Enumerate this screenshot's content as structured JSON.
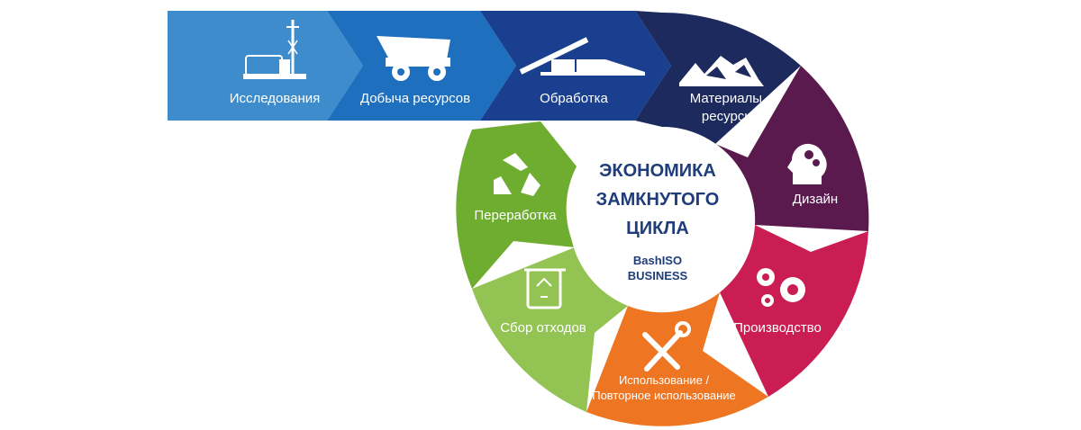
{
  "center": {
    "title_lines": [
      "ЭКОНОМИКА",
      "ЗАМКНУТОГО",
      "ЦИКЛА"
    ],
    "brand_lines": [
      "BashISO",
      "BUSINESS"
    ]
  },
  "stages": {
    "research": "Исследования",
    "mining": "Добыча ресурсов",
    "processing": "Обработка",
    "materials_1": "Материалы,",
    "materials_2": "ресурсы",
    "design": "Дизайн",
    "production": "Производство",
    "use_1": "Использование /",
    "use_2": "Повторное использование",
    "waste": "Сбор отходов",
    "recycling": "Переработка"
  },
  "colors": {
    "research": "#3e8ccb",
    "mining": "#1f6fbf",
    "processing": "#1b3f8f",
    "materials": "#1c2a5e",
    "design": "#5a1a4e",
    "production": "#c91d54",
    "use": "#ee7521",
    "waste": "#93c353",
    "recycling": "#6fad30",
    "center_text": "#1f3d7a"
  },
  "icons": [
    "drill-rig-icon",
    "mining-truck-icon",
    "conveyor-icon",
    "rocks-icon",
    "head-gears-icon",
    "gears-icon",
    "tools-icon",
    "recycle-bin-icon",
    "recycle-icon"
  ]
}
